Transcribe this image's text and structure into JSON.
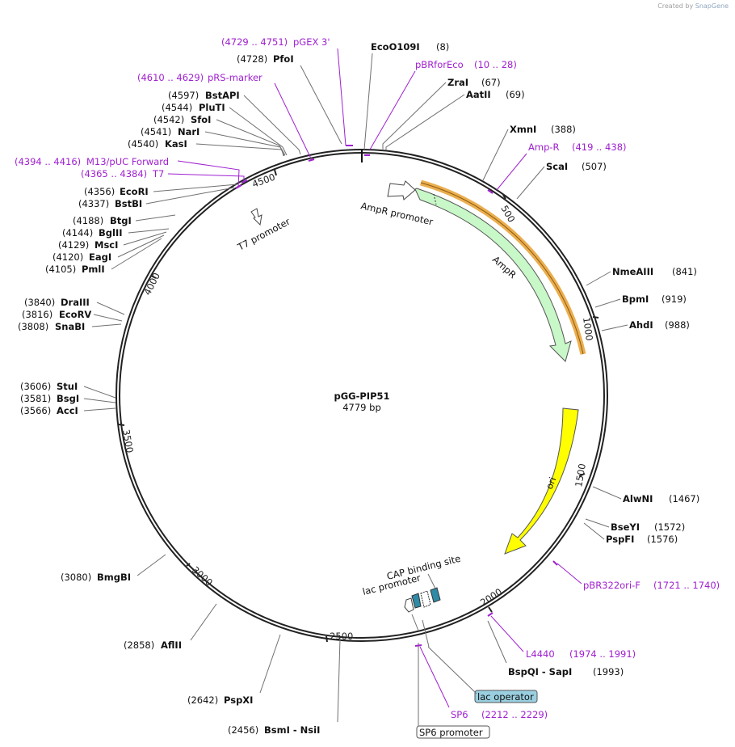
{
  "credit": {
    "created_by": "Created by",
    "brand": "SnapGene"
  },
  "plasmid": {
    "name": "pGG-PIP51",
    "size_label": "4779 bp",
    "length_bp": 4779
  },
  "scale_ticks": [
    "500",
    "1000",
    "1500",
    "2000",
    "2500",
    "3000",
    "3500",
    "4000",
    "4500"
  ],
  "enzymes": [
    {
      "name": "EcoO109I",
      "pos": "(8)"
    },
    {
      "name": "ZraI",
      "pos": "(67)"
    },
    {
      "name": "AatII",
      "pos": "(69)"
    },
    {
      "name": "XmnI",
      "pos": "(388)"
    },
    {
      "name": "ScaI",
      "pos": "(507)"
    },
    {
      "name": "NmeAIII",
      "pos": "(841)"
    },
    {
      "name": "BpmI",
      "pos": "(919)"
    },
    {
      "name": "AhdI",
      "pos": "(988)"
    },
    {
      "name": "AlwNI",
      "pos": "(1467)"
    },
    {
      "name": "BseYI",
      "pos": "(1572)"
    },
    {
      "name": "PspFI",
      "pos": "(1576)"
    },
    {
      "name": "BspQI - SapI",
      "pos": "(1993)"
    },
    {
      "name": "BsmI - NsiI",
      "pos": "(2456)"
    },
    {
      "name": "PspXI",
      "pos": "(2642)"
    },
    {
      "name": "AflII",
      "pos": "(2858)"
    },
    {
      "name": "BmgBI",
      "pos": "(3080)"
    },
    {
      "name": "AccI",
      "pos": "(3566)"
    },
    {
      "name": "BsgI",
      "pos": "(3581)"
    },
    {
      "name": "StuI",
      "pos": "(3606)"
    },
    {
      "name": "SnaBI",
      "pos": "(3808)"
    },
    {
      "name": "EcoRV",
      "pos": "(3816)"
    },
    {
      "name": "DraIII",
      "pos": "(3840)"
    },
    {
      "name": "PmlI",
      "pos": "(4105)"
    },
    {
      "name": "EagI",
      "pos": "(4120)"
    },
    {
      "name": "MscI",
      "pos": "(4129)"
    },
    {
      "name": "BglII",
      "pos": "(4144)"
    },
    {
      "name": "BtgI",
      "pos": "(4188)"
    },
    {
      "name": "BstBI",
      "pos": "(4337)"
    },
    {
      "name": "EcoRI",
      "pos": "(4356)"
    },
    {
      "name": "KasI",
      "pos": "(4540)"
    },
    {
      "name": "NarI",
      "pos": "(4541)"
    },
    {
      "name": "SfoI",
      "pos": "(4542)"
    },
    {
      "name": "PluTI",
      "pos": "(4544)"
    },
    {
      "name": "BstAPI",
      "pos": "(4597)"
    },
    {
      "name": "PfoI",
      "pos": "(4728)"
    }
  ],
  "primers": [
    {
      "name": "pGEX 3'",
      "range": "(4729 .. 4751)"
    },
    {
      "name": "pBRforEco",
      "range": "(10 .. 28)"
    },
    {
      "name": "Amp-R",
      "range": "(419 .. 438)"
    },
    {
      "name": "pRS-marker",
      "range": "(4610 .. 4629)"
    },
    {
      "name": "M13/pUC Forward",
      "range": "(4394 .. 4416)"
    },
    {
      "name": "T7",
      "range": "(4365 .. 4384)"
    },
    {
      "name": "pBR322ori-F",
      "range": "(1721 .. 1740)"
    },
    {
      "name": "L4440",
      "range": "(1974 .. 1991)"
    },
    {
      "name": "SP6",
      "range": "(2212 .. 2229)"
    }
  ],
  "features": [
    {
      "name": "AmpR promoter",
      "color": "#ffffff"
    },
    {
      "name": "AmpR",
      "color": "#c8f7c8"
    },
    {
      "name": "T7 promoter",
      "color": "#ffffff"
    },
    {
      "name": "ori",
      "color": "#ffff00"
    },
    {
      "name": "CAP binding site",
      "color": "#2e8aa6"
    },
    {
      "name": "lac promoter",
      "color": "#ffffff"
    },
    {
      "name": "lac operator",
      "color": "#99cfe0"
    },
    {
      "name": "SP6 promoter",
      "color": "#ffffff"
    }
  ],
  "colors": {
    "primer": "#a020d0",
    "backbone": "#222222",
    "orf_highlight": "#e8a030"
  }
}
